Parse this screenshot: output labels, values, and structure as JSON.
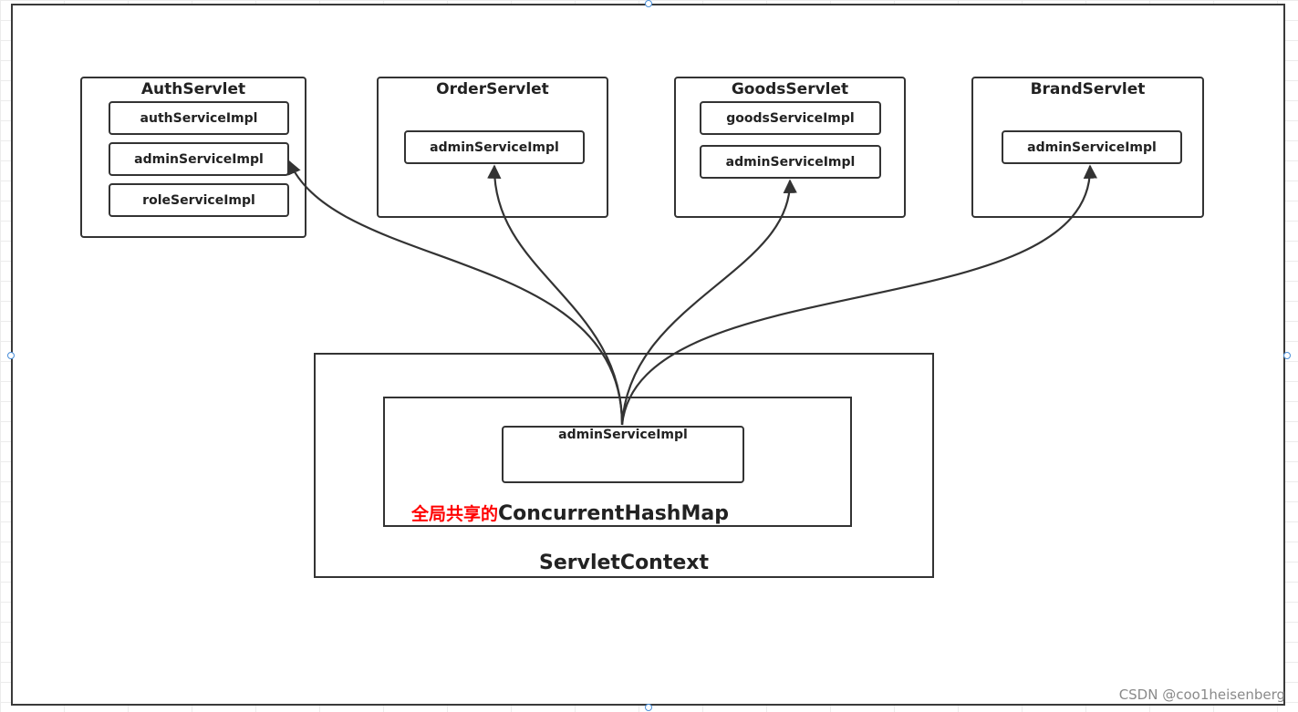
{
  "servlets": [
    {
      "title": "AuthServlet",
      "items": [
        "authServiceImpl",
        "adminServiceImpl",
        "roleServiceImpl"
      ]
    },
    {
      "title": "OrderServlet",
      "items": [
        "adminServiceImpl"
      ]
    },
    {
      "title": "GoodsServlet",
      "items": [
        "goodsServiceImpl",
        "adminServiceImpl"
      ]
    },
    {
      "title": "BrandServlet",
      "items": [
        "adminServiceImpl"
      ]
    }
  ],
  "context": {
    "title": "ServletContext",
    "map_prefix": "全局共享的",
    "map_name": "ConcurrentHashMap",
    "shared_item": "adminServiceImpl"
  },
  "colors": {
    "border": "#333333",
    "highlight": "#ff0000",
    "selection": "#4a8fd9"
  },
  "watermark": "CSDN @coo1heisenberg"
}
